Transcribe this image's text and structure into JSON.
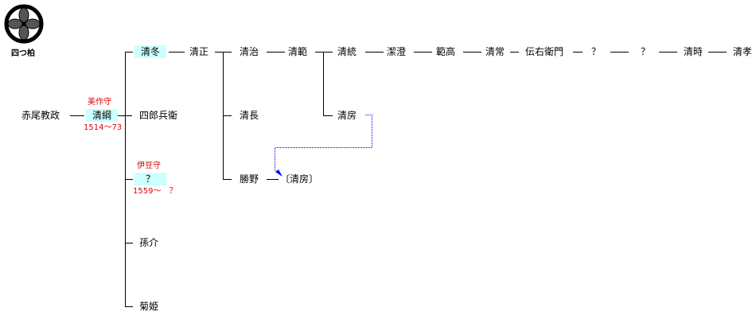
{
  "crest": {
    "label": "四つ柏"
  },
  "root": {
    "name": "赤尾教政"
  },
  "kiyotsuna": {
    "name": "清綱",
    "title": "美作守",
    "years": "1514～73"
  },
  "children": {
    "kiyofuyu": "清冬",
    "shirobee": "四郎兵衛",
    "unknown": {
      "name": "？",
      "title": "伊豆守",
      "years": "1559～　？"
    },
    "magosuke": "孫介",
    "kikuhime": "菊姫"
  },
  "line": [
    "清正",
    "清治",
    "清範",
    "清統",
    "潔澄",
    "範高",
    "清常",
    "伝右衛門",
    "？",
    "？",
    "清時",
    "清孝"
  ],
  "others": {
    "kiyonaga": "清長",
    "katsuno": "勝野",
    "kiyofusa": "清房",
    "kiyofusa_ref": "〔清房〕"
  },
  "colors": {
    "highlight": "#ccffff",
    "title_text": "#e00000",
    "link": "#0000ff"
  }
}
